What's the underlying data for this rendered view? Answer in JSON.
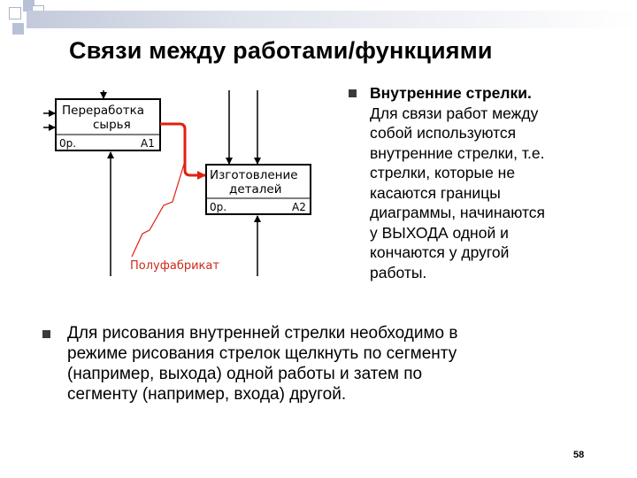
{
  "slide": {
    "title": "Связи между работами/функциями",
    "page_number": "58"
  },
  "diagram": {
    "box1": {
      "label_line1": "Переработка",
      "label_line2": "сырья",
      "cost": "0р.",
      "node": "A1"
    },
    "box2": {
      "label_line1": "Изготовление",
      "label_line2": "деталей",
      "cost": "0р.",
      "node": "A2"
    },
    "arrow_label": "Полуфабрикат",
    "colors": {
      "internal_arrow": "#e02010",
      "label": "#cc2a1a",
      "boundary_arrows": "#000000"
    }
  },
  "right_bullet": {
    "heading": "Внутренние стрелки.",
    "lines": [
      "Для связи работ между",
      "собой используются",
      "внутренние стрелки, т.е.",
      "стрелки, которые не",
      "касаются границы",
      "диаграммы, начинаются",
      "у ВЫХОДА одной и",
      "кончаются у другой",
      "работы."
    ]
  },
  "bottom_bullet": {
    "lines": [
      "Для рисования внутренней стрелки необходимо в",
      "режиме рисования стрелок щелкнуть по сегменту",
      "(например, выхода) одной работы и затем по",
      "сегменту (например, входа) другой."
    ]
  },
  "decor": {
    "accent": "#b7c1d6",
    "bullet_color": "#3a3a3a"
  }
}
